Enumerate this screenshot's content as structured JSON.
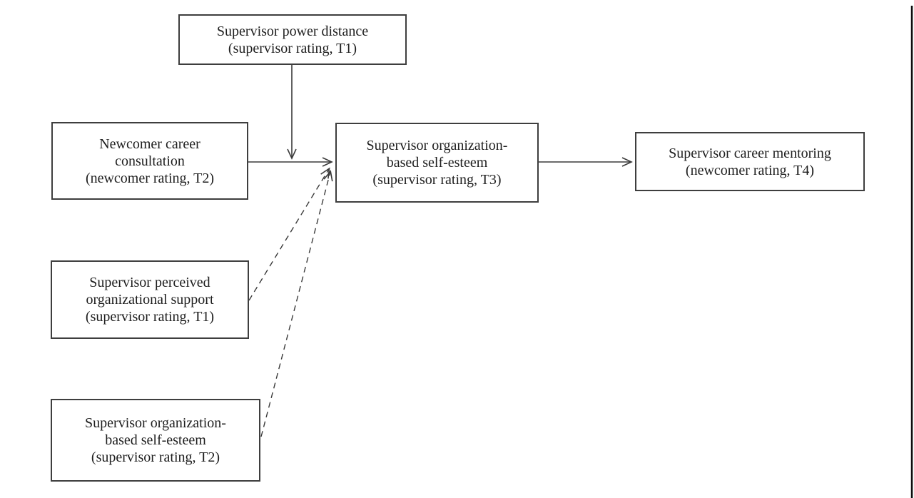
{
  "diagram": {
    "nodes": [
      {
        "id": "supervisor-power-distance",
        "label": "Supervisor power distance\n(supervisor rating, T1)"
      },
      {
        "id": "newcomer-career-consultation",
        "label": "Newcomer career\nconsultation\n(newcomer rating, T2)"
      },
      {
        "id": "supervisor-obse-t3",
        "label": "Supervisor organization-\nbased self-esteem\n(supervisor rating, T3)"
      },
      {
        "id": "supervisor-career-mentoring",
        "label": "Supervisor career mentoring\n(newcomer rating, T4)"
      },
      {
        "id": "supervisor-pos-t1",
        "label": "Supervisor perceived\norganizational support\n(supervisor rating, T1)"
      },
      {
        "id": "supervisor-obse-t2",
        "label": "Supervisor organization-\nbased self-esteem\n(supervisor rating, T2)"
      }
    ],
    "edges": [
      {
        "from": "newcomer-career-consultation",
        "to": "supervisor-obse-t3",
        "style": "solid",
        "type": "direct"
      },
      {
        "from": "supervisor-power-distance",
        "to": "newcomer-career-consultation->supervisor-obse-t3",
        "style": "solid",
        "type": "moderation"
      },
      {
        "from": "supervisor-obse-t3",
        "to": "supervisor-career-mentoring",
        "style": "solid",
        "type": "direct"
      },
      {
        "from": "supervisor-pos-t1",
        "to": "supervisor-obse-t3",
        "style": "dashed",
        "type": "control"
      },
      {
        "from": "supervisor-obse-t2",
        "to": "supervisor-obse-t3",
        "style": "dashed",
        "type": "control"
      }
    ],
    "colors": {
      "line": "#3a3a3a",
      "border": "#3e3e3e",
      "text": "#1e1e1e",
      "page_border": "#0d0d0d"
    }
  }
}
